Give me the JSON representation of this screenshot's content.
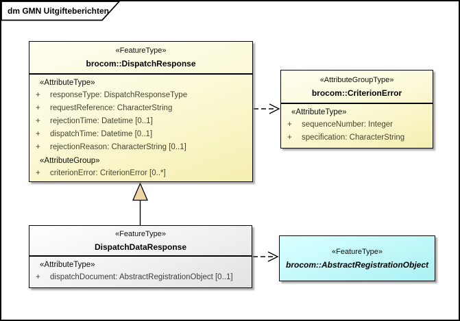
{
  "frame": {
    "title": "dm GMN Uitgifteberichten"
  },
  "colors": {
    "class_fill_yellow": "#F5EFB0",
    "class_fill_gray": "#E2E2E2",
    "class_fill_cyan": "#AAF1F3",
    "generalization_triangle_fill": "#EFD6A7",
    "attribute_text": "#45452F",
    "border": "#000000"
  },
  "boxes": {
    "dispatch_response": {
      "stereotype": "«FeatureType»",
      "name": "brocom::DispatchResponse",
      "sections": [
        {
          "heading": "«AttributeType»",
          "rows": [
            {
              "vis": "+",
              "text": "responseType: DispatchResponseType"
            },
            {
              "vis": "+",
              "text": "requestReference: CharacterString"
            },
            {
              "vis": "+",
              "text": "rejectionTime: Datetime [0..1]"
            },
            {
              "vis": "+",
              "text": "dispatchTime: Datetime [0..1]"
            },
            {
              "vis": "+",
              "text": "rejectionReason: CharacterString [0..1]"
            }
          ]
        },
        {
          "heading": "«AttributeGroup»",
          "rows": [
            {
              "vis": "+",
              "text": "criterionError: CriterionError [0..*]"
            }
          ]
        }
      ]
    },
    "criterion_error": {
      "stereotype": "«AttributeGroupType»",
      "name": "brocom::CriterionError",
      "sections": [
        {
          "heading": "«AttributeType»",
          "rows": [
            {
              "vis": "+",
              "text": "sequenceNumber: Integer"
            },
            {
              "vis": "+",
              "text": "specification: CharacterString"
            }
          ]
        }
      ]
    },
    "dispatch_data_response": {
      "stereotype": "«FeatureType»",
      "name": "DispatchDataResponse",
      "sections": [
        {
          "heading": "«AttributeType»",
          "rows": [
            {
              "vis": "+",
              "text": "dispatchDocument: AbstractRegistrationObject [0..1]"
            }
          ]
        }
      ]
    },
    "abstract_registration_object": {
      "stereotype": "«FeatureType»",
      "name": "brocom::AbstractRegistrationObject"
    }
  },
  "connectors": [
    {
      "type": "generalization",
      "from": "DispatchDataResponse",
      "to": "brocom::DispatchResponse"
    },
    {
      "type": "dependency",
      "from": "brocom::DispatchResponse",
      "to": "brocom::CriterionError"
    },
    {
      "type": "dependency",
      "from": "DispatchDataResponse",
      "to": "brocom::AbstractRegistrationObject"
    }
  ]
}
